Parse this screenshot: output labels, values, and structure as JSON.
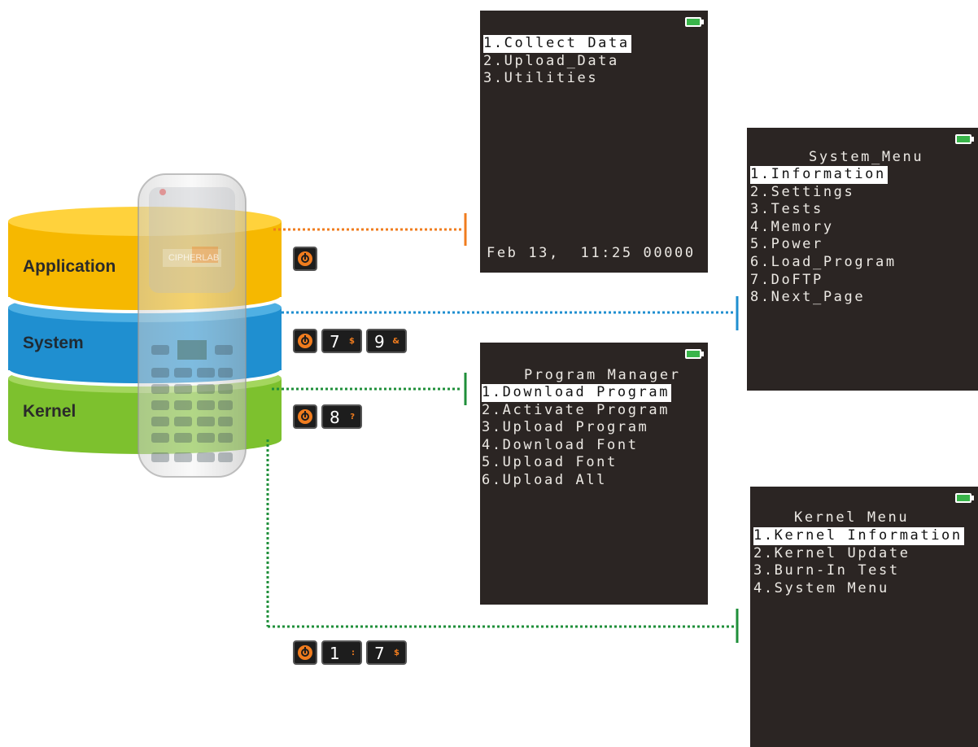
{
  "layers": [
    {
      "label": "Application",
      "color": "#f6b800"
    },
    {
      "label": "System",
      "color": "#1f8fd0"
    },
    {
      "label": "Kernel",
      "color": "#7dc12e"
    }
  ],
  "device": {
    "brand": "CIPHERLAB"
  },
  "app_screen": {
    "items": [
      "1.Collect Data",
      "2.Upload_Data",
      "3.Utilities"
    ],
    "status": "Feb 13,  11:25 00000"
  },
  "system_screen": {
    "title": "System_Menu",
    "items": [
      "1.Information",
      "2.Settings",
      "3.Tests",
      "4.Memory",
      "5.Power",
      "6.Load_Program",
      "7.DoFTP",
      "8.Next_Page"
    ]
  },
  "program_screen": {
    "title": "Program Manager",
    "items": [
      "1.Download Program",
      "2.Activate Program",
      "3.Upload Program",
      "4.Download Font",
      "5.Upload Font",
      "6.Upload All"
    ]
  },
  "kernel_screen": {
    "title": "Kernel Menu",
    "items": [
      "1.Kernel Information",
      "2.Kernel Update",
      "3.Burn-In Test",
      "4.System Menu"
    ]
  },
  "keys": {
    "app": [
      {
        "icon": "power-icon"
      }
    ],
    "system": [
      {
        "icon": "power-icon"
      },
      {
        "main": "7",
        "sub": "$"
      },
      {
        "main": "9",
        "sub": "&"
      }
    ],
    "program": [
      {
        "icon": "power-icon"
      },
      {
        "main": "8",
        "sub": "?"
      }
    ],
    "kernel": [
      {
        "icon": "power-icon"
      },
      {
        "main": "1",
        "sub": ":"
      },
      {
        "main": "7",
        "sub": "$"
      }
    ]
  },
  "colors": {
    "orange_link": "#f07c1e",
    "blue_link": "#1f8fd0",
    "green_link": "#1f8f3a",
    "screen_bg": "#2b2523"
  }
}
